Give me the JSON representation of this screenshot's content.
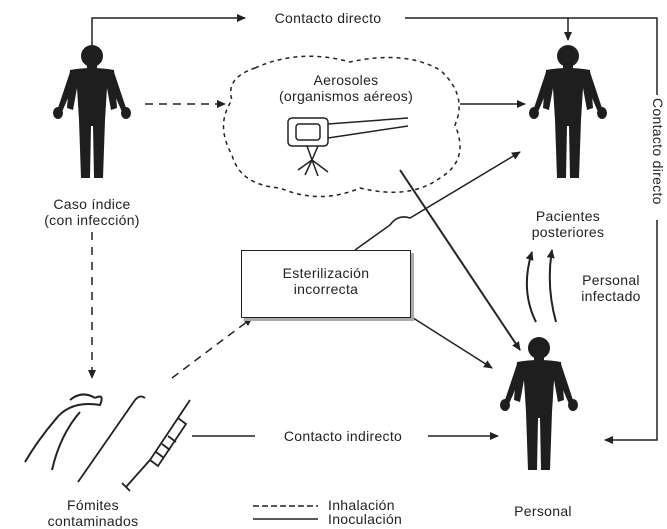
{
  "diagram": {
    "nodes": {
      "index_case": {
        "line1": "Caso índice",
        "line2": "(con infección)"
      },
      "aerosols": {
        "line1": "Aerosoles",
        "line2": "(organismos aéreos)"
      },
      "later_patients": {
        "line1": "Pacientes",
        "line2": "posteriores"
      },
      "sterilization": {
        "line1": "Esterilización",
        "line2": "incorrecta"
      },
      "staff": {
        "label": "Personal"
      },
      "fomites": {
        "line1": "Fómites",
        "line2": "contaminados"
      }
    },
    "edges": {
      "direct_top": "Contacto directo",
      "direct_right": "Contacto directo",
      "indirect": "Contacto indirecto",
      "infected_staff_line1": "Personal",
      "infected_staff_line2": "infectado"
    },
    "legend": {
      "inhalation": "Inhalación",
      "inoculation": "Inoculación"
    }
  }
}
